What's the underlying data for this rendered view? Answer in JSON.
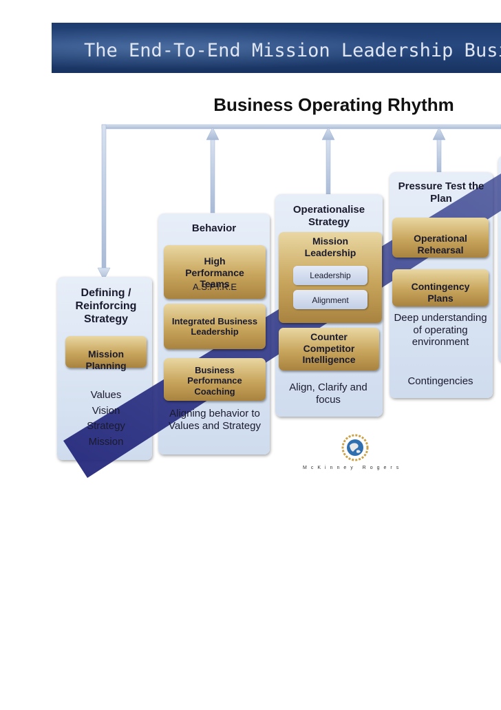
{
  "banner": {
    "title": "The End-To-End Mission Leadership Busin"
  },
  "subtitle": "Business Operating Rhythm",
  "columns": {
    "col1": {
      "heading": "Defining / Reinforcing Strategy",
      "gold_box": "Mission Planning",
      "items": [
        "Values",
        "Vision",
        "Strategy",
        "Mission"
      ]
    },
    "col2": {
      "heading": "Behavior",
      "box1": "High Performance Teams",
      "box1_sub": "A.S.P.I.R.E",
      "box2": "Integrated Business Leadership",
      "box3": "Business Performance Coaching",
      "footer": "Aligning behavior to Values and Strategy"
    },
    "col3": {
      "heading": "Operationalise Strategy",
      "box1": "Mission Leadership",
      "pill1": "Leadership",
      "pill2": "Alignment",
      "box2": "Counter Competitor Intelligence",
      "footer": "Align, Clarify and focus"
    },
    "col4": {
      "heading": "Pressure Test the Plan",
      "box1": "Operational Rehearsal",
      "box2": "Contingency Plans",
      "text1": "Deep understanding of operating environment",
      "text2": "Contingencies"
    }
  },
  "logo": {
    "brand": "McKinney Rogers",
    "icon": "globe-laurel-icon"
  },
  "colors": {
    "banner": "#1d3b6e",
    "gold": "#c8a55c",
    "column": "#dbe4f2",
    "arrow": "#bccbe4",
    "diagonal": "#2a2d7a"
  }
}
